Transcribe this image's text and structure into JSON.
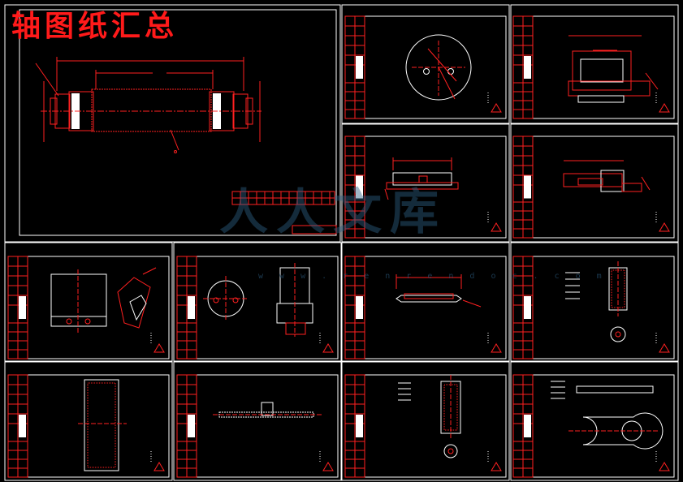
{
  "title": "轴图纸汇总",
  "watermark": {
    "text": "人人文库",
    "url": "w w w . r e n r e n d o c . c o m"
  },
  "colors": {
    "background": "#000000",
    "frame": "#ffffff",
    "drawing": "#ff2020",
    "title": "#ff1a1a"
  }
}
